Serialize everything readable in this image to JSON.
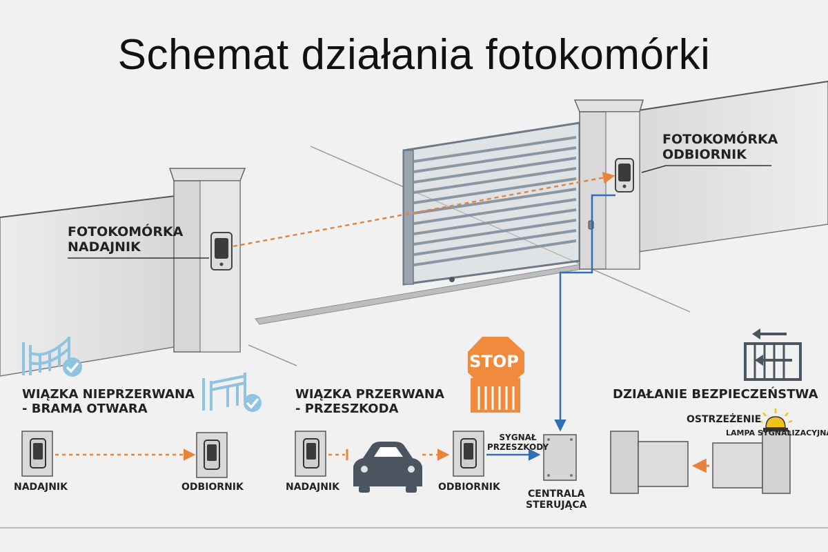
{
  "title": "Schemat działania fotokomórki",
  "labels": {
    "transmitter_top": [
      "FOTOKOMÓRKA",
      "NADAJNIK"
    ],
    "receiver_top": [
      "FOTOKOMÓRKA",
      "ODBIORNIK"
    ],
    "beam_uninterrupted": [
      "WIĄZKA NIEPRZERWANA",
      "- BRAMA OTWARA"
    ],
    "beam_interrupted": [
      "WIĄZKA PRZERWANA",
      "- PRZESZKODA"
    ],
    "safety": "DZIAŁANIE BEZPIECZEŃSTWA",
    "transmitter_1": "NADAJNIK",
    "receiver_1": "ODBIORNIK",
    "transmitter_2": "NADAJNIK",
    "receiver_2": "ODBIORNIK",
    "obstacle_signal": [
      "SYGNAŁ",
      "PRZESZKODY"
    ],
    "control_unit": [
      "CENTRALA",
      "STERUJĄCA"
    ],
    "warning": "OSTRZEŻENIE",
    "warning_lamp": "LAMPA SYGNALIZACYJNA",
    "stop": "STOP"
  },
  "colors": {
    "beam": "#e8843a",
    "signal_wire": "#2f6fb5",
    "check": "#8fc3e0",
    "stop": "#f08a3c",
    "car": "#4a5560",
    "concrete": "#d9d9d9",
    "lamp": "#f2c21b"
  },
  "icons": [
    "gate-open-check-icon",
    "barrier-open-check-icon",
    "stop-sign-icon",
    "car-icon",
    "sliding-gate-arrow-icon",
    "warning-lamp-icon"
  ]
}
